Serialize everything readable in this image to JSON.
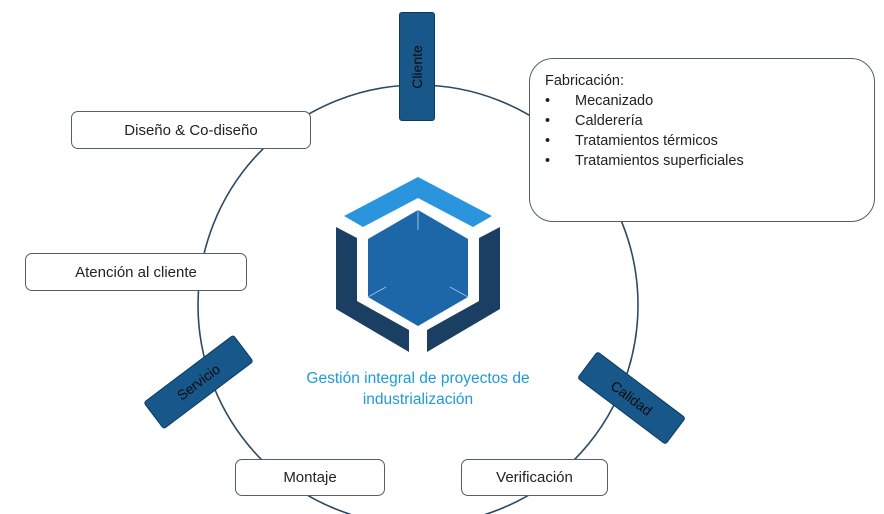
{
  "diagram": {
    "center_label": "Gestión integral de proyectos de industrialización",
    "tags": {
      "cliente": "Cliente",
      "calidad": "Calidad",
      "servicio": "Servicio"
    },
    "boxes": {
      "diseno": "Diseño & Co-diseño",
      "atencion": "Atención al cliente",
      "montaje": "Montaje",
      "verificacion": "Verificación"
    },
    "fabricacion": {
      "title": "Fabricación:",
      "items": [
        "Mecanizado",
        "Calderería",
        "Tratamientos térmicos",
        "Tratamientos superficiales"
      ]
    },
    "colors": {
      "tag_fill": "#17578a",
      "circle_stroke": "#2d4a63",
      "logo_light": "#2a95dc",
      "logo_dark": "#1a3f62",
      "logo_inner": "#1d67a8",
      "center_text": "#1e9ad6"
    }
  }
}
